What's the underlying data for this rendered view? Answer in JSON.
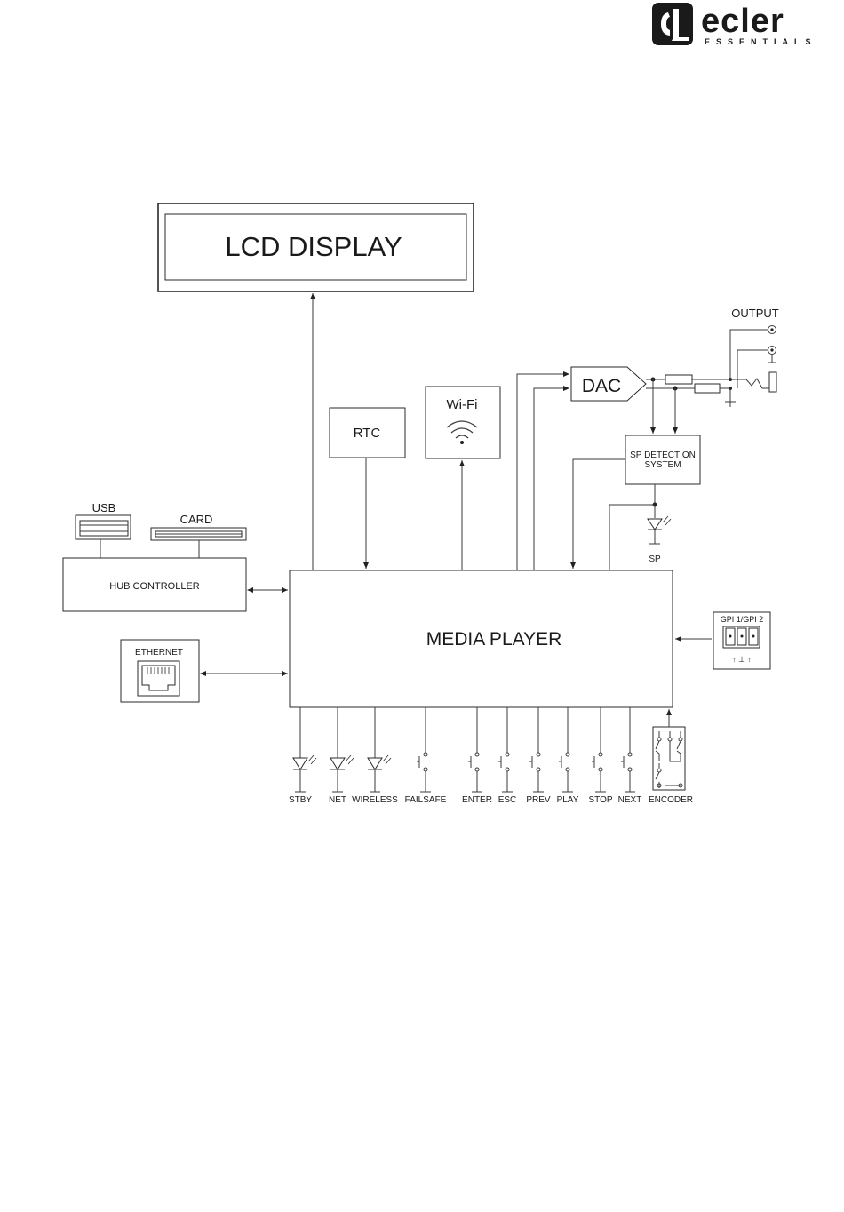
{
  "brand": {
    "name": "ecler",
    "sub": "ESSENTIALS",
    "color": "#1a1a1a"
  },
  "blocks": {
    "lcd": "LCD DISPLAY",
    "rtc": "RTC",
    "wifi": "Wi-Fi",
    "dac": "DAC",
    "output": "OUTPUT",
    "sp_detection_line1": "SP DETECTION",
    "sp_detection_line2": "SYSTEM",
    "sp": "SP",
    "usb": "USB",
    "card": "CARD",
    "hub": "HUB CONTROLLER",
    "ethernet": "ETHERNET",
    "media_player": "MEDIA PLAYER",
    "gpi": "GPI 1/GPI 2",
    "gpi_pins": "↑ ⊥ ↑"
  },
  "bottom": {
    "stby": "STBY",
    "net": "NET",
    "wireless": "WIRELESS",
    "failsafe": "FAILSAFE",
    "enter": "ENTER",
    "esc": "ESC",
    "prev": "PREV",
    "play": "PLAY",
    "stop": "STOP",
    "next": "NEXT",
    "encoder": "ENCODER"
  }
}
